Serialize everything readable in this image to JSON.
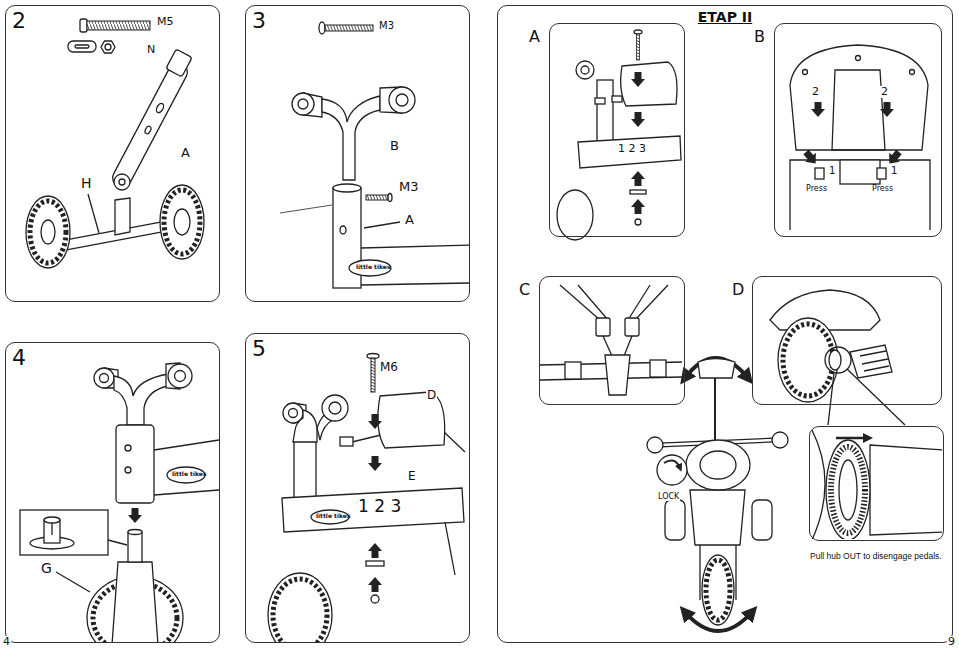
{
  "diagram": {
    "nodes": [
      {
        "text": [
          "2"
        ]
      },
      {
        "text": [
          "3"
        ]
      },
      {
        "text": [
          "4"
        ]
      },
      {
        "text": [
          "5"
        ]
      },
      {
        "text": [
          "ETAP II"
        ]
      },
      {
        "text": [
          "A"
        ],
        "in": 4
      },
      {
        "text": [
          "B"
        ],
        "in": 4
      },
      {
        "text": [
          "C"
        ],
        "in": 4
      },
      {
        "text": [
          "D"
        ],
        "in": 4
      },
      {
        "text": [
          "Pull hub OUT to disengage pedals."
        ],
        "in": 4
      }
    ],
    "labels": [
      "M5",
      "N",
      "A",
      "H",
      "M3",
      "B",
      "M3",
      "A",
      "little tikes",
      "G",
      "little tikes",
      "M6",
      "D",
      "E",
      "little tikes",
      "1 2 3",
      "1 2 3",
      "2",
      "2",
      "1",
      "1",
      "Press",
      "Press",
      "LOCK",
      "4",
      "9"
    ]
  }
}
